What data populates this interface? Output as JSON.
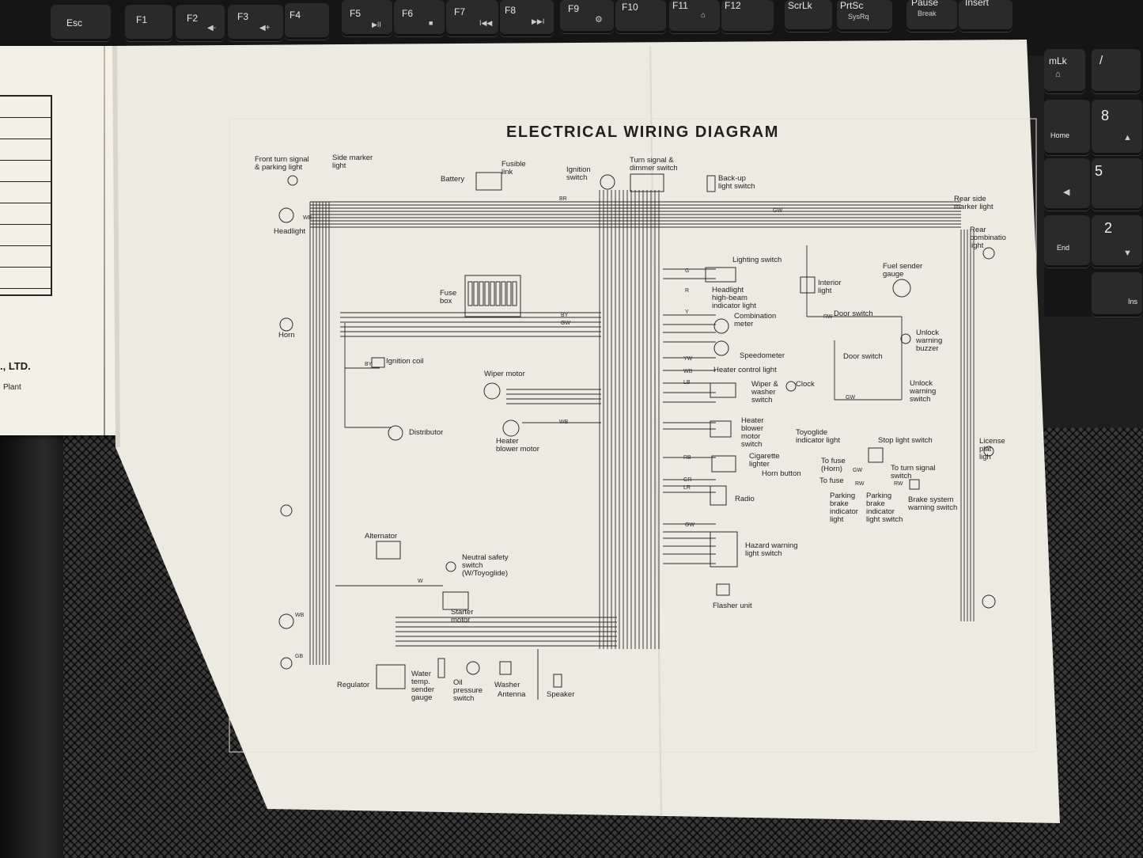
{
  "keyboard": {
    "keys": [
      {
        "id": "esc",
        "label": "Esc"
      },
      {
        "id": "f1",
        "label": "F1"
      },
      {
        "id": "f2",
        "label": "F2"
      },
      {
        "id": "f3",
        "label": "F3"
      },
      {
        "id": "f4",
        "label": "F4"
      },
      {
        "id": "f5",
        "label": "F5"
      },
      {
        "id": "f6",
        "label": "F6"
      },
      {
        "id": "f7",
        "label": "F7"
      },
      {
        "id": "f8",
        "label": "F8"
      },
      {
        "id": "f9",
        "label": "F9"
      },
      {
        "id": "f10",
        "label": "F10"
      },
      {
        "id": "f11",
        "label": "F11"
      },
      {
        "id": "f12",
        "label": "F12"
      },
      {
        "id": "scrlk",
        "label": "ScrLk"
      },
      {
        "id": "prtsc",
        "label": "PrtSc",
        "sub": "SysRq"
      },
      {
        "id": "pause",
        "label": "Pause",
        "sub": "Break"
      },
      {
        "id": "insert",
        "label": "Insert"
      }
    ],
    "numpad": {
      "numlk": "mLk",
      "slash": "/",
      "eight": "8",
      "home": "Home",
      "five": "5",
      "two": "2",
      "end": "End",
      "ins": "Ins"
    }
  },
  "booklet": {
    "company": "., LTD.",
    "plant": "Plant"
  },
  "diagram": {
    "title": "ELECTRICAL  WIRING  DIAGRAM",
    "labels": {
      "front_turn": "Front turn signal\n& parking light",
      "side_marker": "Side marker\nlight",
      "battery": "Battery",
      "fusible_link": "Fusible\nlink",
      "ignition_switch": "Ignition\nswitch",
      "turn_signal_dimmer": "Turn signal &\ndimmer switch",
      "backup_light": "Back-up\nlight switch",
      "rear_side_marker": "Rear side\nmarker light",
      "rear_combination": "Rear\ncombinatio\nlight",
      "headlight": "Headlight",
      "lighting_switch": "Lighting switch",
      "fuel_sender": "Fuel sender\ngauge",
      "fuse_box": "Fuse\nbox",
      "headlight_highbeam": "Headlight\nhigh-beam\nindicator light",
      "interior_light": "Interior\nlight",
      "combination_meter": "Combination\nmeter",
      "door_switch_1": "Door switch",
      "unlock_buzzer": "Unlock\nwarning\nbuzzer",
      "horn": "Horn",
      "speedometer": "Speedometer",
      "door_switch_2": "Door switch",
      "ignition_coil": "Ignition coil",
      "heater_control_light": "Heater control light",
      "wiper_motor": "Wiper motor",
      "wiper_washer_switch": "Wiper &\nwasher\nswitch",
      "clock": "Clock",
      "unlock_warning_switch": "Unlock\nwarning\nswitch",
      "heater_blower_switch": "Heater\nblower\nmotor\nswitch",
      "distributor": "Distributor",
      "heater_blower_motor": "Heater\nblower motor",
      "toyoglide_indicator": "Toyoglide\nindicator light",
      "stop_light_switch": "Stop light switch",
      "license_plate": "License\nplat\nligh",
      "cigarette_lighter": "Cigarette\nlighter",
      "to_fuse_horn": "To fuse\n(Horn)",
      "to_turn_signal": "To turn signal\nswitch",
      "horn_button": "Horn button",
      "to_fuse": "To fuse",
      "radio": "Radio",
      "parking_brake_light": "Parking\nbrake\nindicator\nlight",
      "parking_brake_switch": "Parking\nbrake\nindicator\nlight switch",
      "brake_warning_switch": "Brake system\nwarning switch",
      "alternator": "Alternator",
      "neutral_safety": "Neutral safety\nswitch\n(W/Toyoglide)",
      "hazard_switch": "Hazard warning\nlight switch",
      "starter_motor": "Starter\nmotor",
      "flasher_unit": "Flasher unit",
      "regulator": "Regulator",
      "water_temp": "Water\ntemp.\nsender\ngauge",
      "oil_pressure": "Oil\npressure\nswitch",
      "washer": "Washer",
      "antenna": "Antenna",
      "speaker": "Speaker"
    },
    "wire_codes": {
      "br": "BR",
      "gw1": "GW",
      "wb1": "WB",
      "by1": "BY",
      "gw2": "GW",
      "by2": "BY",
      "g1": "G",
      "r1": "R",
      "y1": "Y",
      "rw1": "RW",
      "yw1": "YW",
      "wb2": "WB",
      "lb1": "LB",
      "wb3": "WB",
      "rb1": "RB",
      "gr1": "GR",
      "lr1": "LR",
      "gw3": "GW",
      "rw2": "RW",
      "rw3": "RW",
      "gw4": "GW",
      "w1": "W",
      "wb4": "WB",
      "gb1": "GB",
      "gw5": "GW"
    }
  }
}
